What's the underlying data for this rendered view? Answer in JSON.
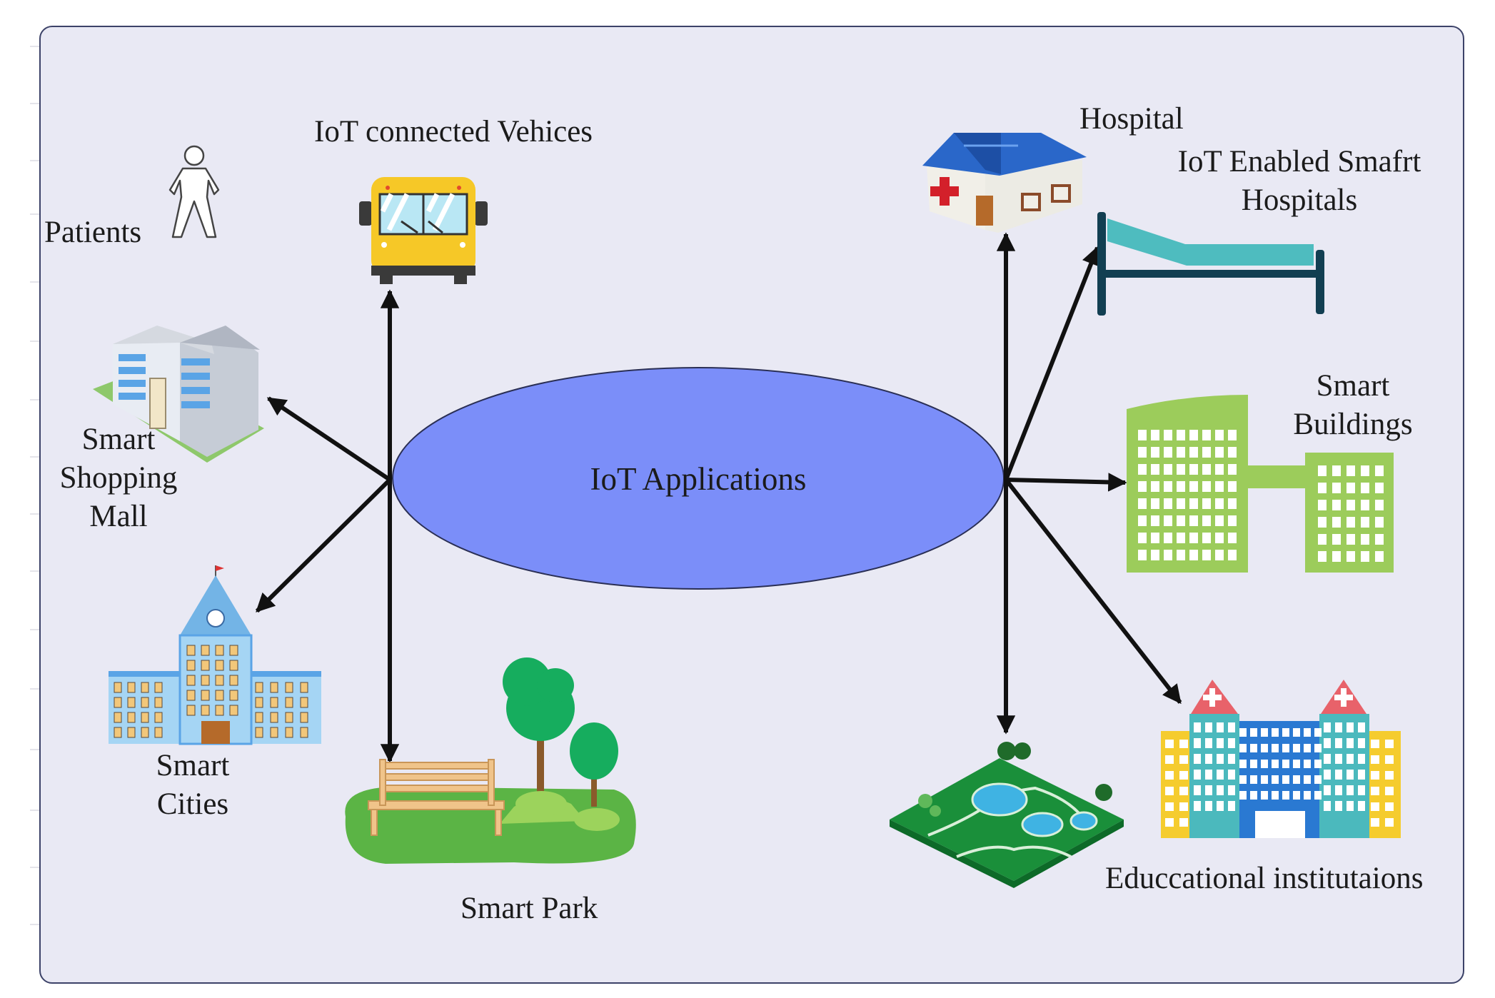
{
  "center": {
    "label": "IoT Applications",
    "fill": "#7b8ef9"
  },
  "frame": {
    "background": "#e9e9f4",
    "border": "#3c4268"
  },
  "nodes": {
    "patients": {
      "label": "Patients",
      "icon": "person-outline-icon"
    },
    "vehicles": {
      "label": "IoT connected Vehices",
      "icon": "bus-icon"
    },
    "hospital": {
      "label": "Hospital",
      "icon": "hospital-building-icon"
    },
    "smart_hospitals": {
      "label_line1": "IoT Enabled Smafrt",
      "label_line2": "Hospitals",
      "icon": "hospital-bed-icon"
    },
    "smart_buildings": {
      "label_line1": "Smart",
      "label_line2": "Buildings",
      "icon": "office-buildings-icon"
    },
    "shopping_mall": {
      "label_line1": "Smart",
      "label_line2": "Shopping",
      "label_line3": "Mall",
      "icon": "mall-building-icon"
    },
    "smart_cities": {
      "label_line1": "Smart",
      "label_line2": "Cities",
      "icon": "city-hall-icon"
    },
    "smart_park": {
      "label": "Smart Park",
      "icon": "park-bench-trees-icon"
    },
    "landscape": {
      "icon": "park-map-icon"
    },
    "education": {
      "label": "Educcational institutaions",
      "icon": "institution-building-icon"
    }
  }
}
